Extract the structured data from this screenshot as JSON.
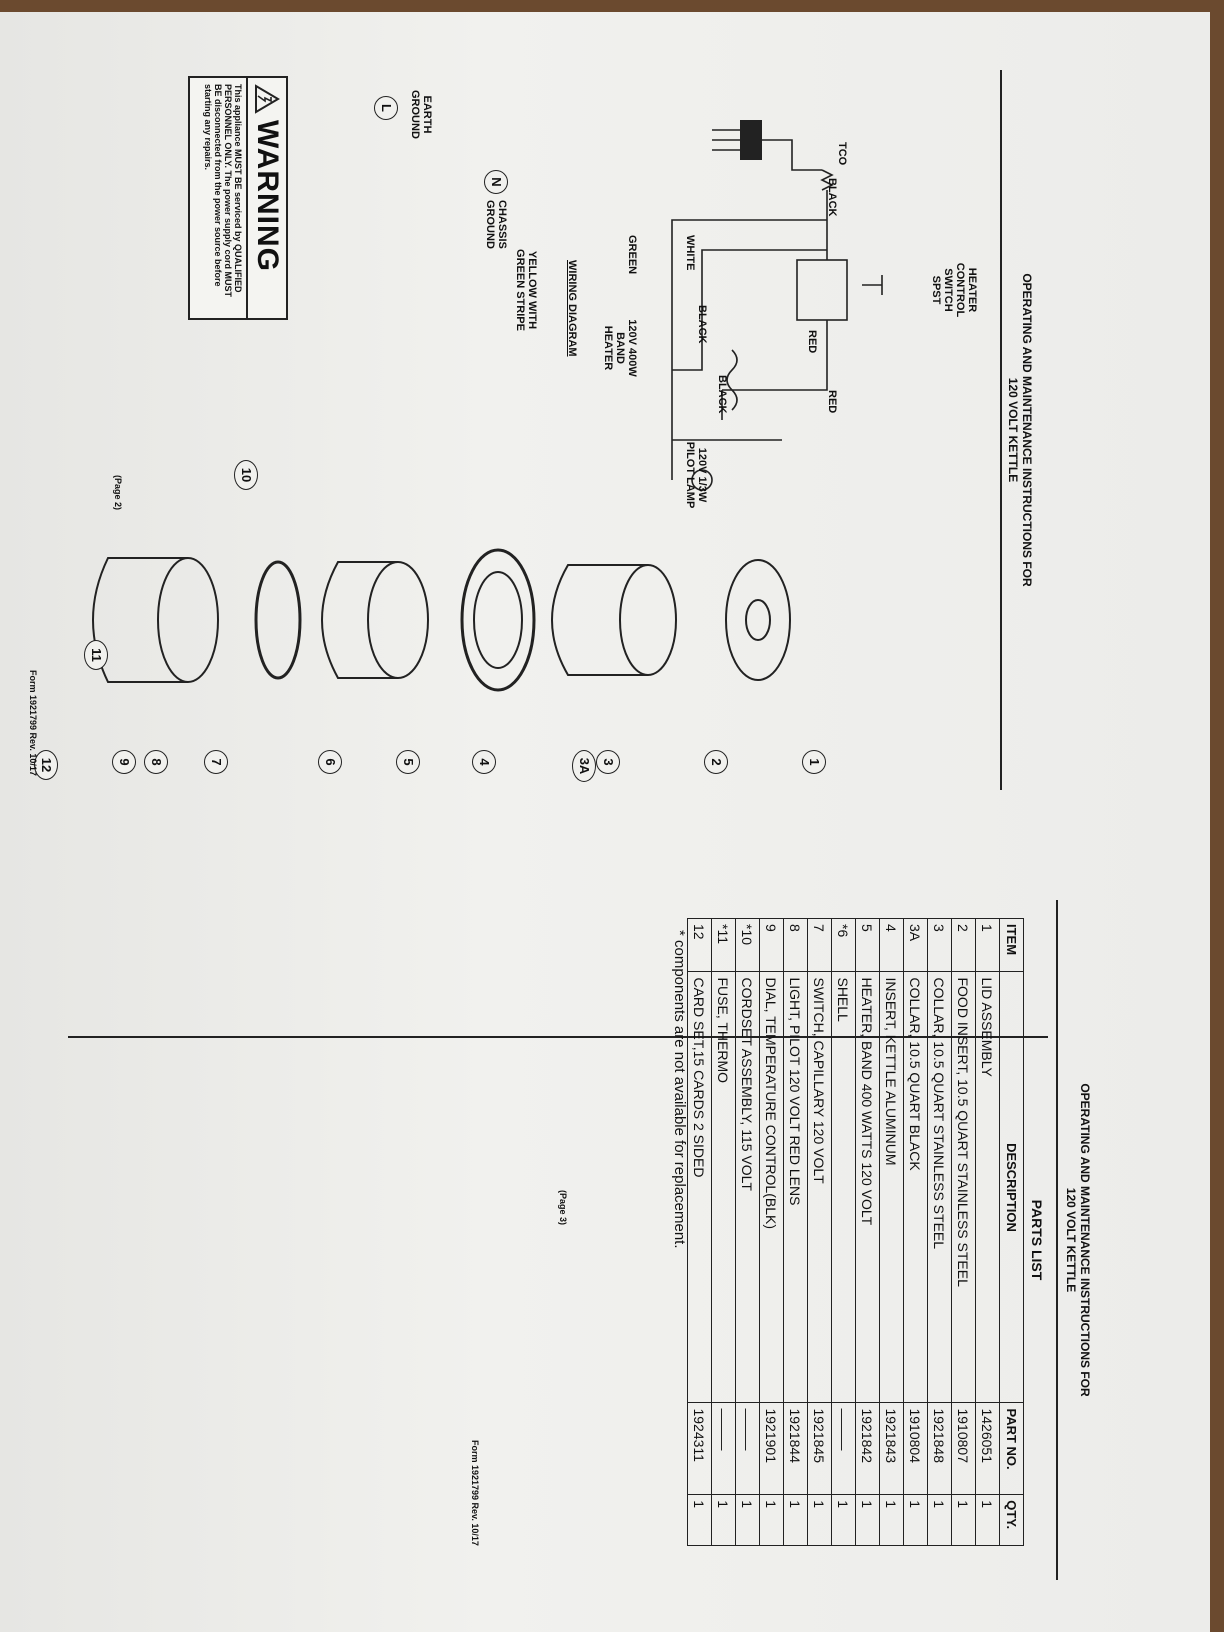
{
  "left_page": {
    "header_line1": "OPERATING AND MAINTENANCE INSTRUCTIONS FOR",
    "header_line2": "120 VOLT KETTLE",
    "wiring": {
      "heater_control_switch": "HEATER CONTROL\nSWITCH\nSPST",
      "tco": "TCO",
      "black_top": "BLACK",
      "white": "WHITE",
      "green": "GREEN",
      "red_1": "RED",
      "red_2": "RED",
      "black_mid": "BLACK",
      "black_right": "BLACK",
      "pilot_lamp": "120V 1/3W\nPILOT LAMP",
      "band_heater": "120V 400W\nBAND\nHEATER",
      "yellow_green": "YELLOW WITH\nGREEN STRIPE",
      "chassis_ground": "CHASSIS\nGROUND",
      "wiring_diagram": "WIRING DIAGRAM",
      "plug_l": "L",
      "plug_n": "N",
      "earth_ground": "EARTH\nGROUND"
    },
    "warning": {
      "title": "WARNING",
      "text": "This appliance MUST BE serviced by QUALIFIED PERSONNEL ONLY. The power supply cord MUST BE disconnected from the power source before starting any repairs."
    },
    "callouts": [
      "1",
      "2",
      "3",
      "3A",
      "4",
      "5",
      "6",
      "7",
      "8",
      "9",
      "10",
      "11",
      "12"
    ],
    "asterisk": "*",
    "page_num": "(Page 2)",
    "form": "Form 1921799 Rev. 10/17"
  },
  "right_page": {
    "header_line1": "OPERATING AND MAINTENANCE INSTRUCTIONS FOR",
    "header_line2": "120 VOLT KETTLE",
    "parts_title": "PARTS LIST",
    "columns": [
      "ITEM",
      "DESCRIPTION",
      "PART NO.",
      "QTY."
    ],
    "rows": [
      [
        "1",
        "LID ASSEMBLY",
        "1426051",
        "1"
      ],
      [
        "2",
        "FOOD INSERT, 10.5 QUART STAINLESS STEEL",
        "1910807",
        "1"
      ],
      [
        "3",
        "COLLAR, 10.5 QUART STAINLESS STEEL",
        "1921848",
        "1"
      ],
      [
        "3A",
        "COLLAR, 10.5 QUART BLACK",
        "1910804",
        "1"
      ],
      [
        "4",
        "INSERT, KETTLE ALUMINUM",
        "1921843",
        "1"
      ],
      [
        "5",
        "HEATER, BAND 400 WATTS 120 VOLT",
        "1921842",
        "1"
      ],
      [
        "*6",
        "SHELL",
        "———",
        "1"
      ],
      [
        "7",
        "SWITCH, CAPILLARY 120 VOLT",
        "1921845",
        "1"
      ],
      [
        "8",
        "LIGHT, PILOT 120 VOLT RED LENS",
        "1921844",
        "1"
      ],
      [
        "9",
        "DIAL, TEMPERATURE CONTROL(BLK)",
        "1921901",
        "1"
      ],
      [
        "*10",
        "CORDSET ASSEMBLY, 115 VOLT",
        "———",
        "1"
      ],
      [
        "*11",
        "FUSE, THERMO",
        "———",
        "1"
      ],
      [
        "12",
        "CARD SET,15 CARDS 2 SIDED",
        "1924311",
        "1"
      ]
    ],
    "footnote": "* components are not available for replacement.",
    "page_num": "(Page 3)",
    "form": "Form 1921799 Rev. 10/17"
  }
}
